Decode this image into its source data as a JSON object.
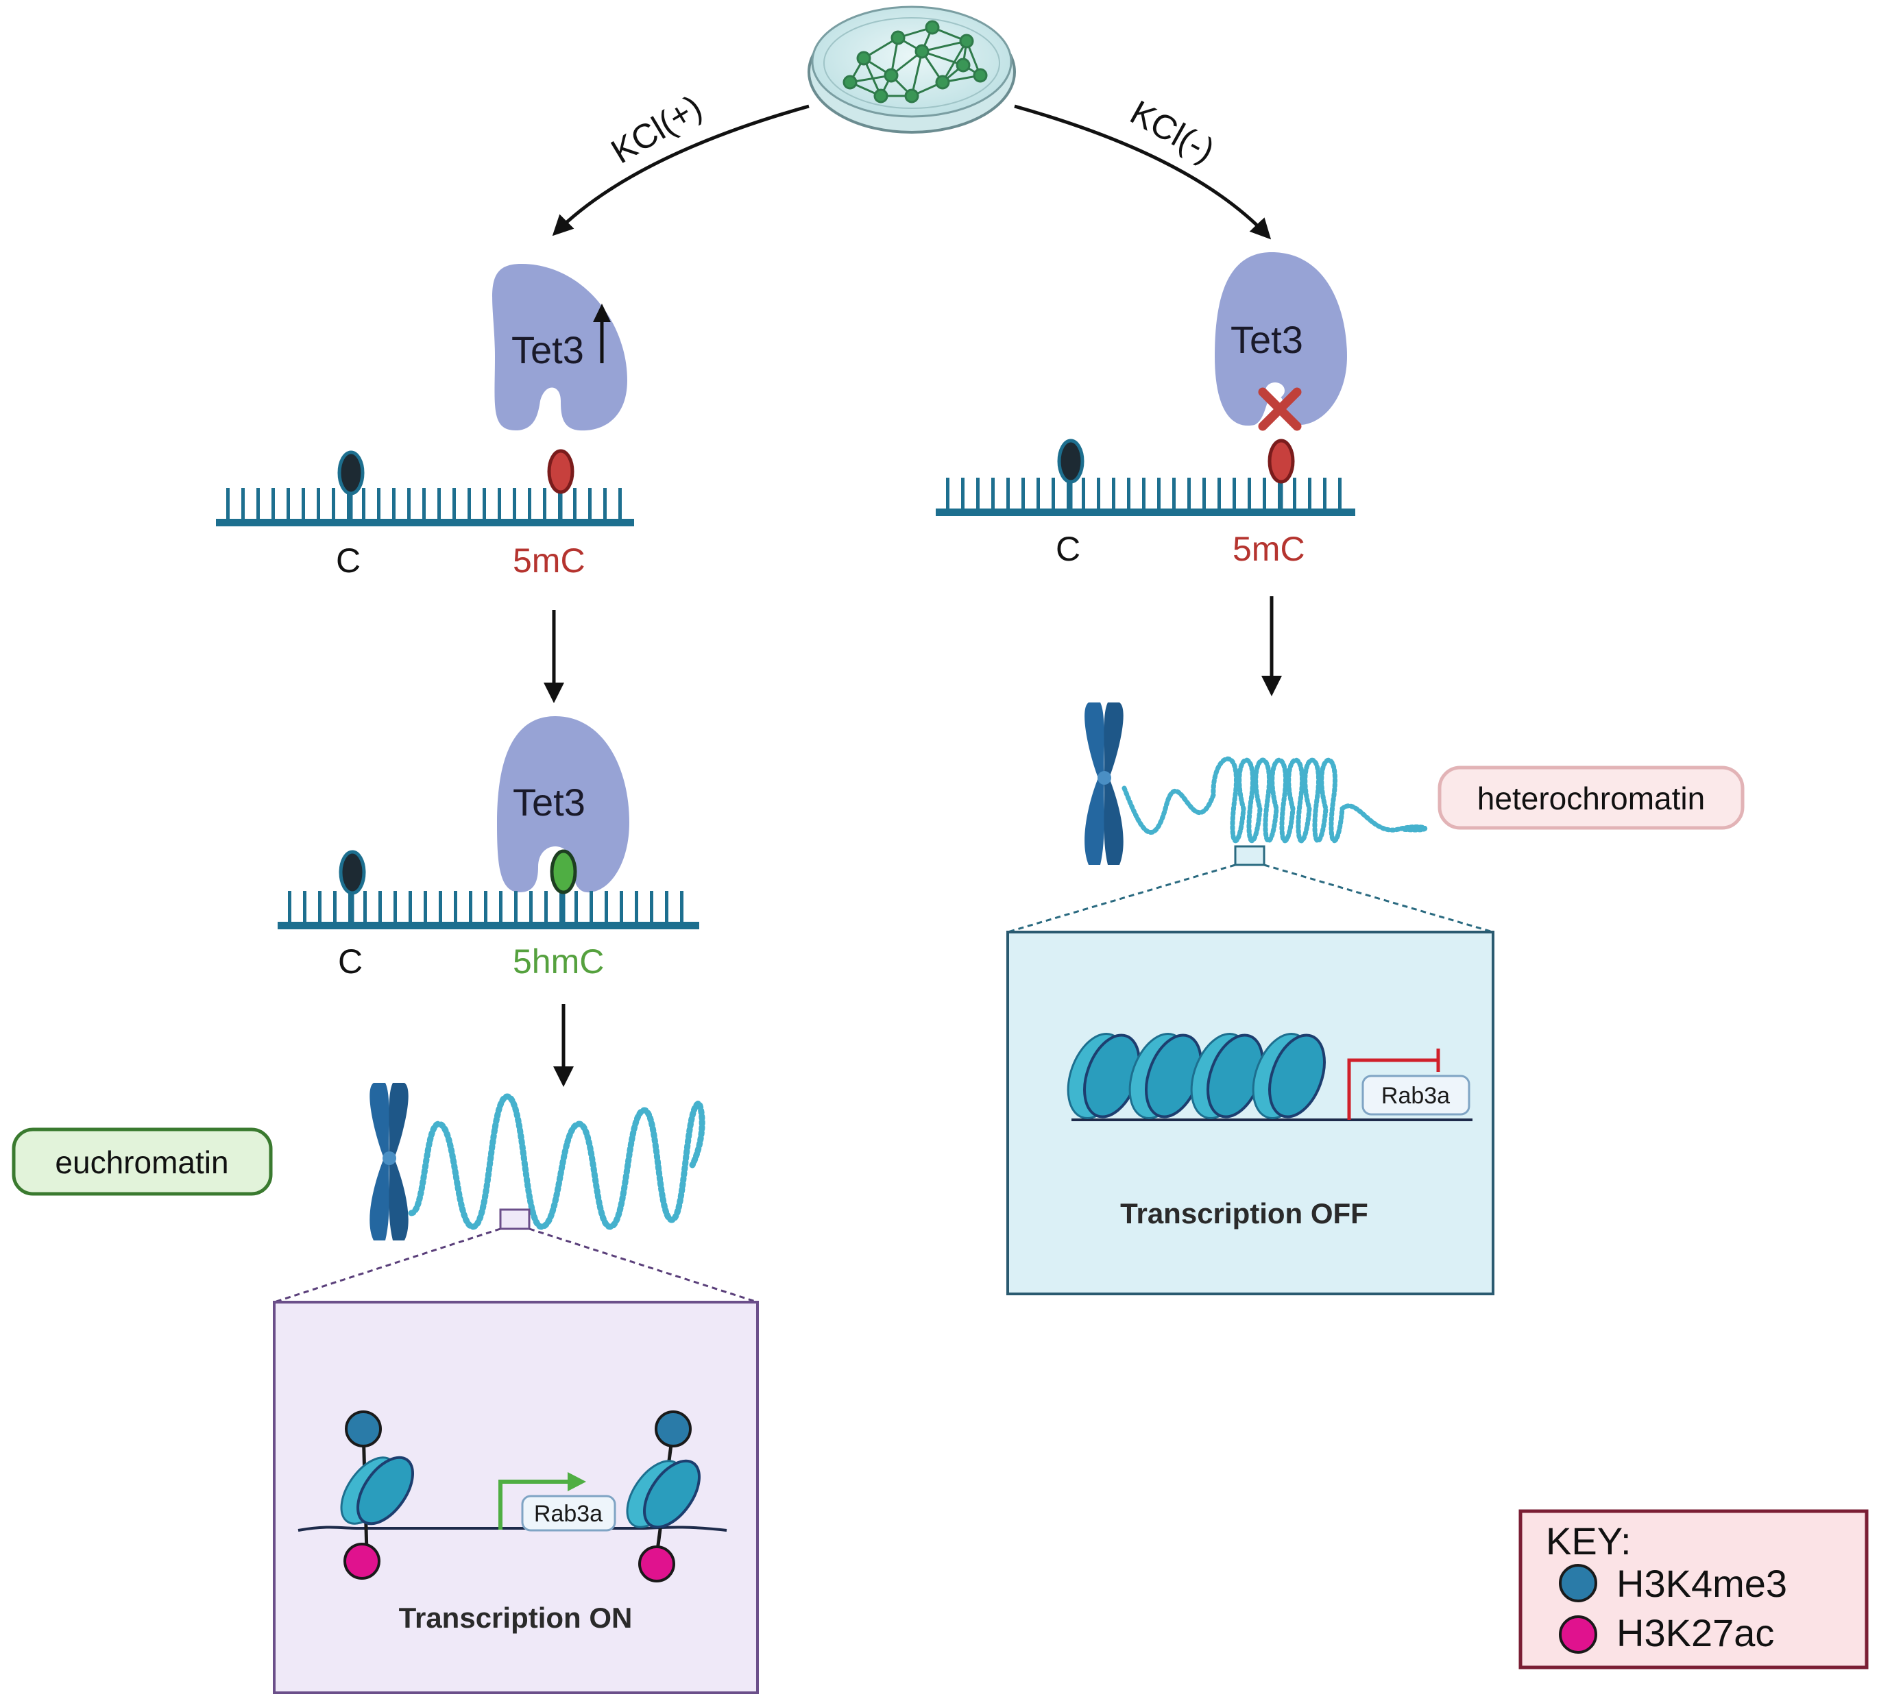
{
  "left_branch": {
    "arrow_label": "KCl(+)",
    "enzyme_label_top": "Tet3",
    "dna_top": {
      "unmodified": "C",
      "modified": "5mC"
    },
    "enzyme_label_bottom": "Tet3",
    "dna_bottom": {
      "unmodified": "C",
      "modified": "5hmC"
    },
    "chromatin_state": "euchromatin",
    "gene_label": "Rab3a",
    "status": "Transcription ON"
  },
  "right_branch": {
    "arrow_label": "KCl(-)",
    "enzyme_label": "Tet3",
    "dna": {
      "unmodified": "C",
      "modified": "5mC"
    },
    "chromatin_state": "heterochromatin",
    "gene_label": "Rab3a",
    "status": "Transcription OFF"
  },
  "key": {
    "title": "KEY:",
    "items": [
      {
        "label": "H3K4me3",
        "color": "#2a7ba8"
      },
      {
        "label": "H3K27ac",
        "color": "#e0128e"
      }
    ]
  },
  "colors": {
    "tet3": "#97a3d5",
    "dna": "#1d6f8f",
    "methyl": "#c7403d",
    "hydroxymethyl": "#4fae43",
    "chromosome": "#2467a0",
    "chromatin": "#45b1cd",
    "nucleosome": "#3fb6cf",
    "euchromatin_box": "#efe9f8",
    "heterochromatin_box": "#dbf0f6"
  }
}
